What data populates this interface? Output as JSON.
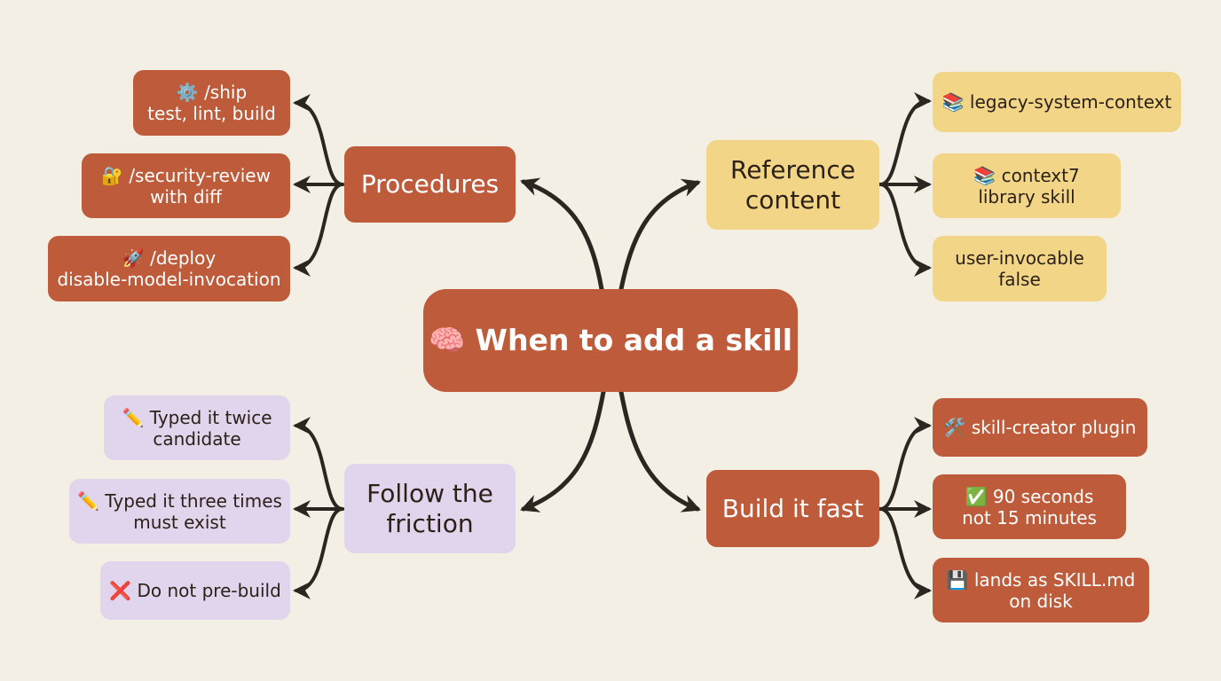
{
  "root": {
    "title": "🧠 When to add a skill"
  },
  "procedures": {
    "title": "Procedures",
    "items": [
      {
        "line1": "⚙️ /ship",
        "line2": "test, lint, build"
      },
      {
        "line1": "🔐 /security-review",
        "line2": "with diff"
      },
      {
        "line1": "🚀 /deploy",
        "line2": "disable-model-invocation"
      }
    ]
  },
  "reference": {
    "title1": "Reference",
    "title2": "content",
    "items": [
      {
        "line1": "📚 legacy-system-context"
      },
      {
        "line1": "📚 context7",
        "line2": "library skill"
      },
      {
        "line1": "user-invocable",
        "line2": "false"
      }
    ]
  },
  "friction": {
    "title1": "Follow the",
    "title2": "friction",
    "items": [
      {
        "line1": "✏️ Typed it twice",
        "line2": "candidate"
      },
      {
        "line1": "✏️ Typed it three times",
        "line2": "must exist"
      },
      {
        "line1": "❌ Do not pre-build"
      }
    ]
  },
  "build": {
    "title": "Build it fast",
    "items": [
      {
        "line1": "🛠️ skill-creator plugin"
      },
      {
        "line1": "✅ 90 seconds",
        "line2": "not 15 minutes"
      },
      {
        "line1": "💾 lands as SKILL.md",
        "line2": "on disk"
      }
    ]
  },
  "colors": {
    "rust": "#bd5b3b",
    "gold": "#f2d587",
    "lilac": "#e1d4ed",
    "edge": "#2a2620",
    "background": "#f3efe4"
  }
}
